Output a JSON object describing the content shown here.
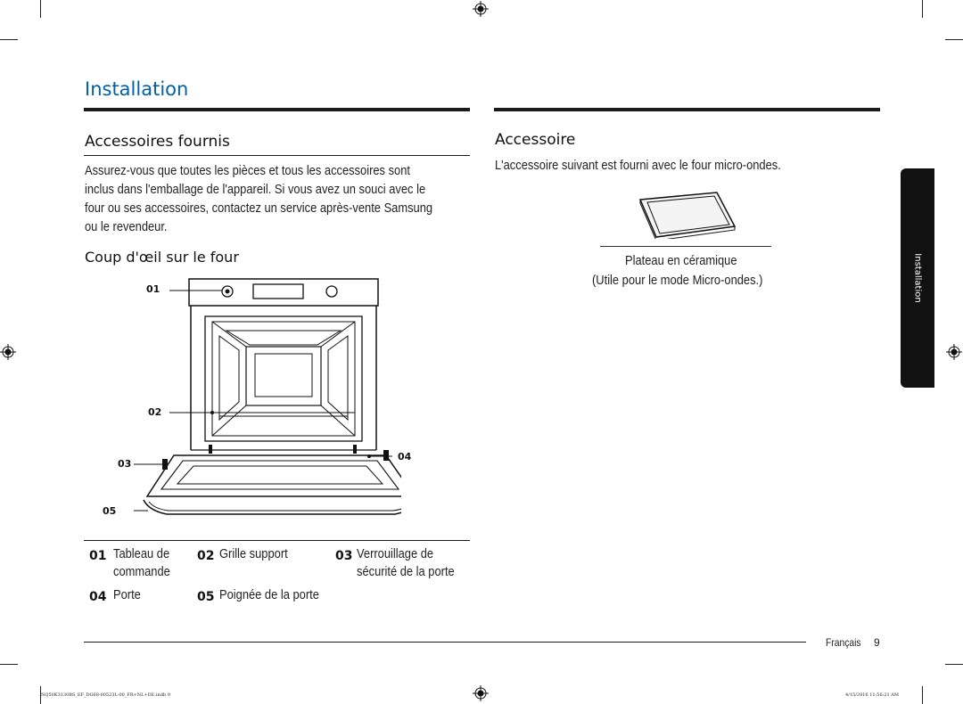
{
  "page": {
    "title": "Installation",
    "footer_language": "Français",
    "page_number": "9",
    "imprint_file": "NQ50K3130BS_EF_DG68-00523L-00_FR+NL+DE.indb   9",
    "imprint_date": "4/15/2016   11:56:21 AM",
    "side_tab": "Installation"
  },
  "left": {
    "heading": "Accessoires fournis",
    "intro_lines": [
      "Assurez-vous que toutes les pièces et tous les accessoires sont",
      "inclus dans l'emballage de l'appareil. Si vous avez un souci avec le",
      "four ou ses accessoires, contactez un service après-vente Samsung",
      "ou le revendeur."
    ],
    "subheading": "Coup d'œil sur le four",
    "callouts": [
      "01",
      "02",
      "03",
      "04",
      "05"
    ],
    "legend": [
      {
        "num": "01",
        "lines": [
          "Tableau de",
          "commande"
        ]
      },
      {
        "num": "02",
        "lines": [
          "Grille support"
        ]
      },
      {
        "num": "03",
        "lines": [
          "Verrouillage de",
          "sécurité de la porte"
        ]
      },
      {
        "num": "04",
        "lines": [
          "Porte"
        ]
      },
      {
        "num": "05",
        "lines": [
          "Poignée de la porte"
        ]
      }
    ]
  },
  "right": {
    "heading": "Accessoire",
    "intro": "L'accessoire suivant est fourni avec le four micro-ondes.",
    "caption_line1": "Plateau en céramique",
    "caption_line2": "(Utile pour le mode Micro-ondes.)"
  },
  "colors": {
    "title": "#0060a8",
    "text": "#222222",
    "side_tab": "#111111"
  },
  "icons": [
    "registration-mark-icon",
    "oven-diagram",
    "ceramic-tray-illustration"
  ]
}
